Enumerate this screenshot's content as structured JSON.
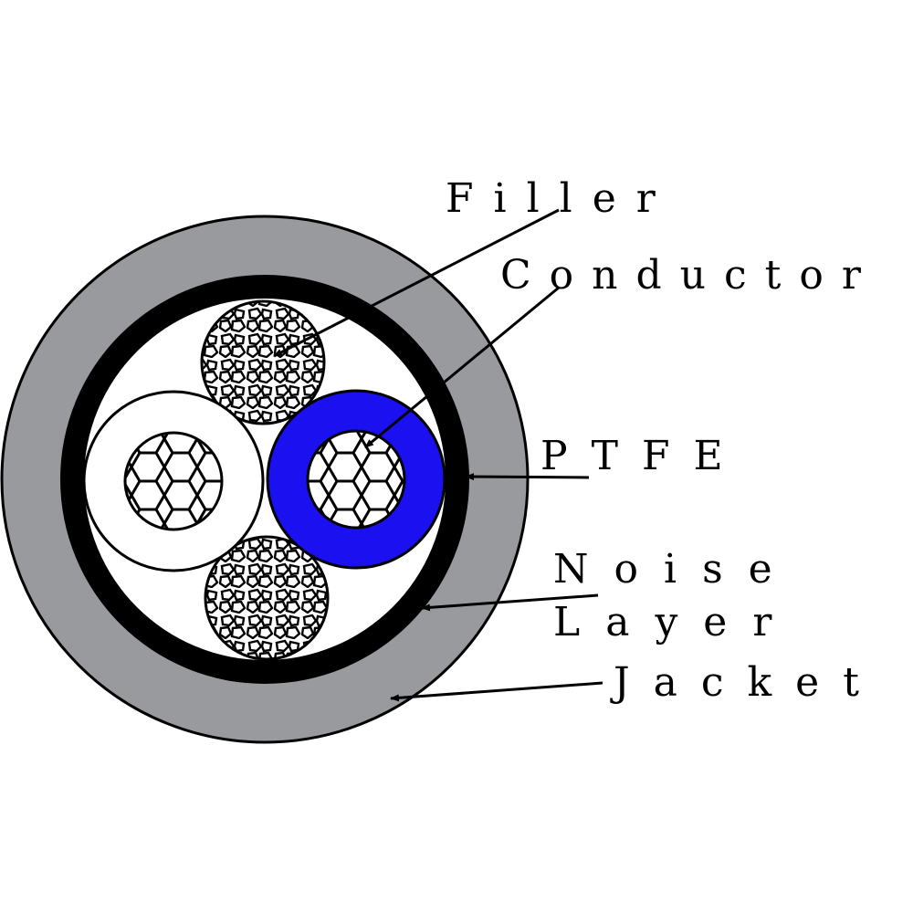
{
  "labels": {
    "filler": "Filler",
    "conductor": "Conductor",
    "ptfe": "PTFE",
    "noise_line1": "Noise",
    "noise_line2": "Layer",
    "jacket": "Jacket"
  },
  "colors": {
    "jacket": "#999a9e",
    "noise_layer": "#000000",
    "ptfe": "#1a10f0",
    "insulation": "#ffffff",
    "outline": "#000000"
  }
}
